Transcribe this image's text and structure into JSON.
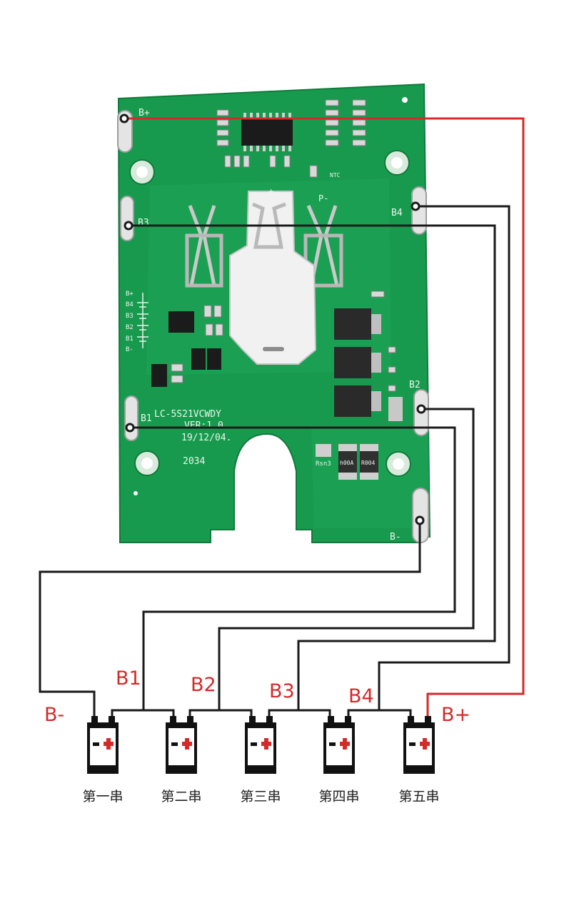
{
  "board": {
    "pads": {
      "b_plus": "B+",
      "b3": "B3",
      "b4": "B4",
      "b1": "B1",
      "b2": "B2",
      "b_minus": "B-"
    },
    "model": "LC-5S21VCWDY",
    "version": "VER:1.0",
    "date": "19/12/04.",
    "code": "2034",
    "resistor_label": "Rsn3",
    "shunt_1": "h00A",
    "shunt_2": "R004",
    "ntc_label": "NTC",
    "terminal_plus": "+",
    "terminal_minus": "P-",
    "legend_marks": [
      "B+",
      "B4",
      "B3",
      "B2",
      "B1",
      "B-"
    ]
  },
  "wires": {
    "labels": [
      "B-",
      "B1",
      "B2",
      "B3",
      "B4",
      "B+"
    ],
    "colors": {
      "positive": "#d42a2a",
      "signal": "#1a1a1a"
    }
  },
  "cells": [
    {
      "label": "第一串"
    },
    {
      "label": "第二串"
    },
    {
      "label": "第三串"
    },
    {
      "label": "第四串"
    },
    {
      "label": "第五串"
    }
  ]
}
